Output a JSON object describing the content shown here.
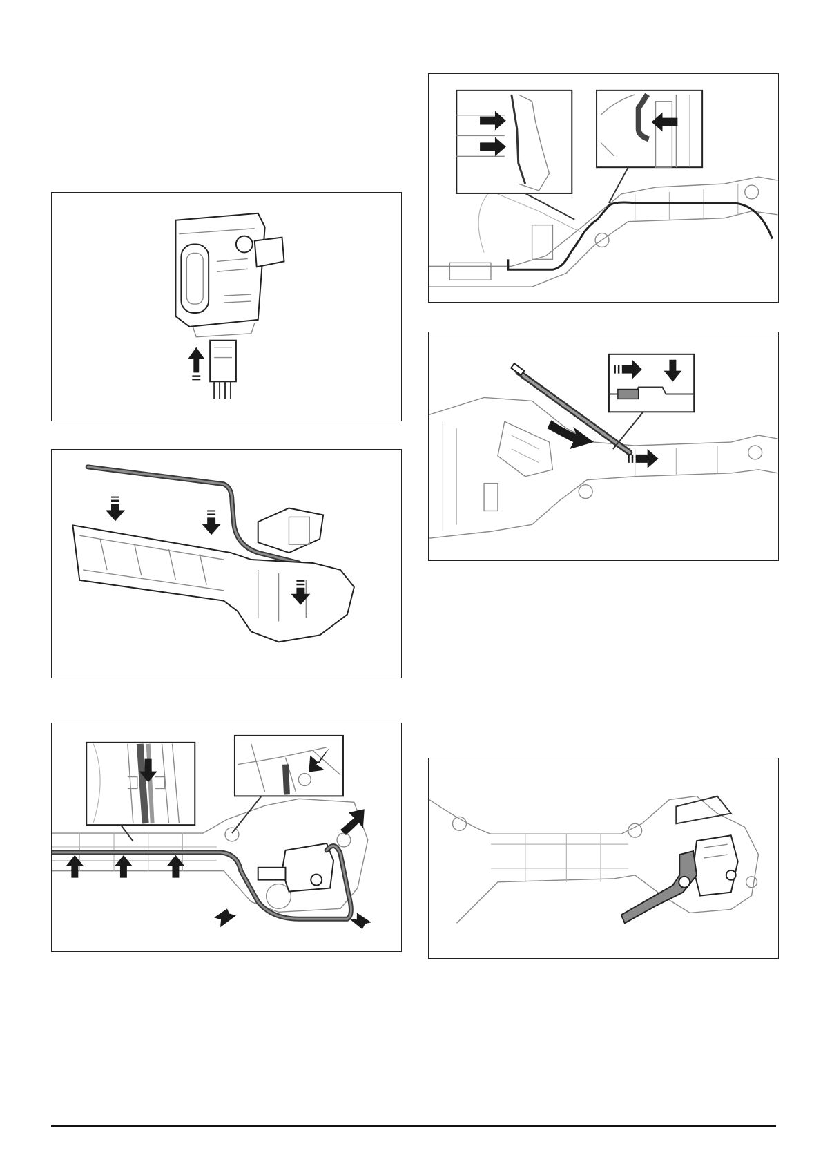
{
  "page": {
    "number": ""
  },
  "figures": [
    {
      "name": "figure-connector-unplug",
      "arrows": [
        "arrow-up-dashed"
      ]
    },
    {
      "name": "figure-cable-install",
      "arrows": [
        "arrow-down-dashed",
        "arrow-down-dashed",
        "arrow-down-dashed"
      ]
    },
    {
      "name": "figure-cable-routing-left",
      "arrows": [
        "arrow-down",
        "arrow-up",
        "arrow-up",
        "arrow-up",
        "arrow-diag"
      ]
    },
    {
      "name": "figure-cable-routing-right",
      "arrows": [
        "arrow-right",
        "arrow-right",
        "arrow-left"
      ]
    },
    {
      "name": "figure-terminal-insert",
      "arrows": [
        "arrow-right-dashed",
        "arrow-down",
        "arrow-right-dashed",
        "arrow-curved"
      ]
    },
    {
      "name": "figure-lever-install",
      "arrows": []
    }
  ]
}
